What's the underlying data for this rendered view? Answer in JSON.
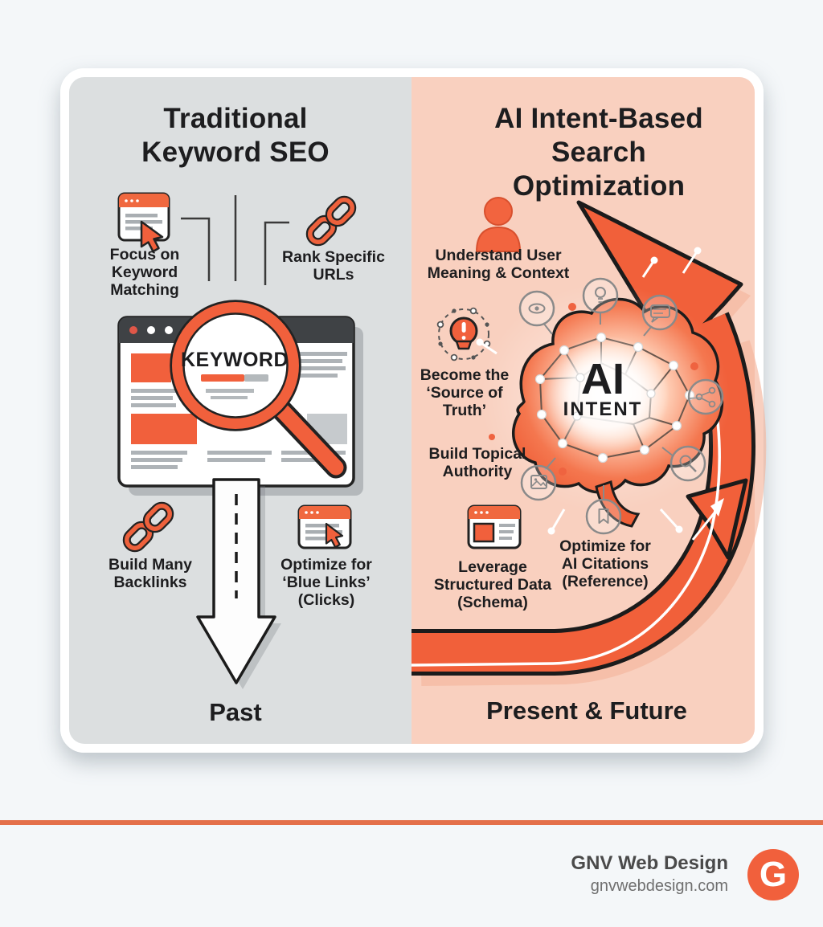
{
  "left_panel": {
    "title": "Traditional\nKeyword SEO",
    "focus_caption": "Focus on\nKeyword\nMatching",
    "rank_caption": "Rank Specific\nURLs",
    "keyword_label": "KEYWORD",
    "backlinks_caption": "Build Many\nBacklinks",
    "bluelinks_caption": "Optimize for\n‘Blue Links’\n(Clicks)",
    "era_label": "Past"
  },
  "right_panel": {
    "title": "AI Intent-Based\nSearch Optimization",
    "understand_caption": "Understand User\nMeaning & Context",
    "source_caption": "Become the\n‘Source of\nTruth’",
    "topical_caption": "Build Topical\nAuthority",
    "ai_label": "AI",
    "intent_label": "INTENT",
    "structured_caption": "Leverage\nStructured Data\n(Schema)",
    "citations_caption": "Optimize for\nAI Citations\n(Reference)",
    "era_label": "Present & Future"
  },
  "footer": {
    "brand": "GNV Web Design",
    "website": "gnvwebdesign.com",
    "logo_letter": "G"
  },
  "icons": {
    "left": [
      "browser-cursor-icon",
      "chain-link-icon",
      "magnifier-keyword-icon",
      "chain-link-icon",
      "browser-cursor-icon"
    ],
    "right": [
      "person-icon",
      "source-of-truth-bulb-icon",
      "brain-network-icon",
      "eye-icon",
      "lightbulb-icon",
      "chat-icon",
      "share-nodes-icon",
      "search-icon",
      "image-icon",
      "bookmark-icon",
      "structured-data-browser-icon"
    ]
  },
  "colors": {
    "accent_orange": "#f1603c",
    "panel_left_bg": "#dcdfe0",
    "panel_right_bg": "#f9d0bf",
    "footer_rule": "#e4704a",
    "browser_header_dark": "#3f4245"
  }
}
